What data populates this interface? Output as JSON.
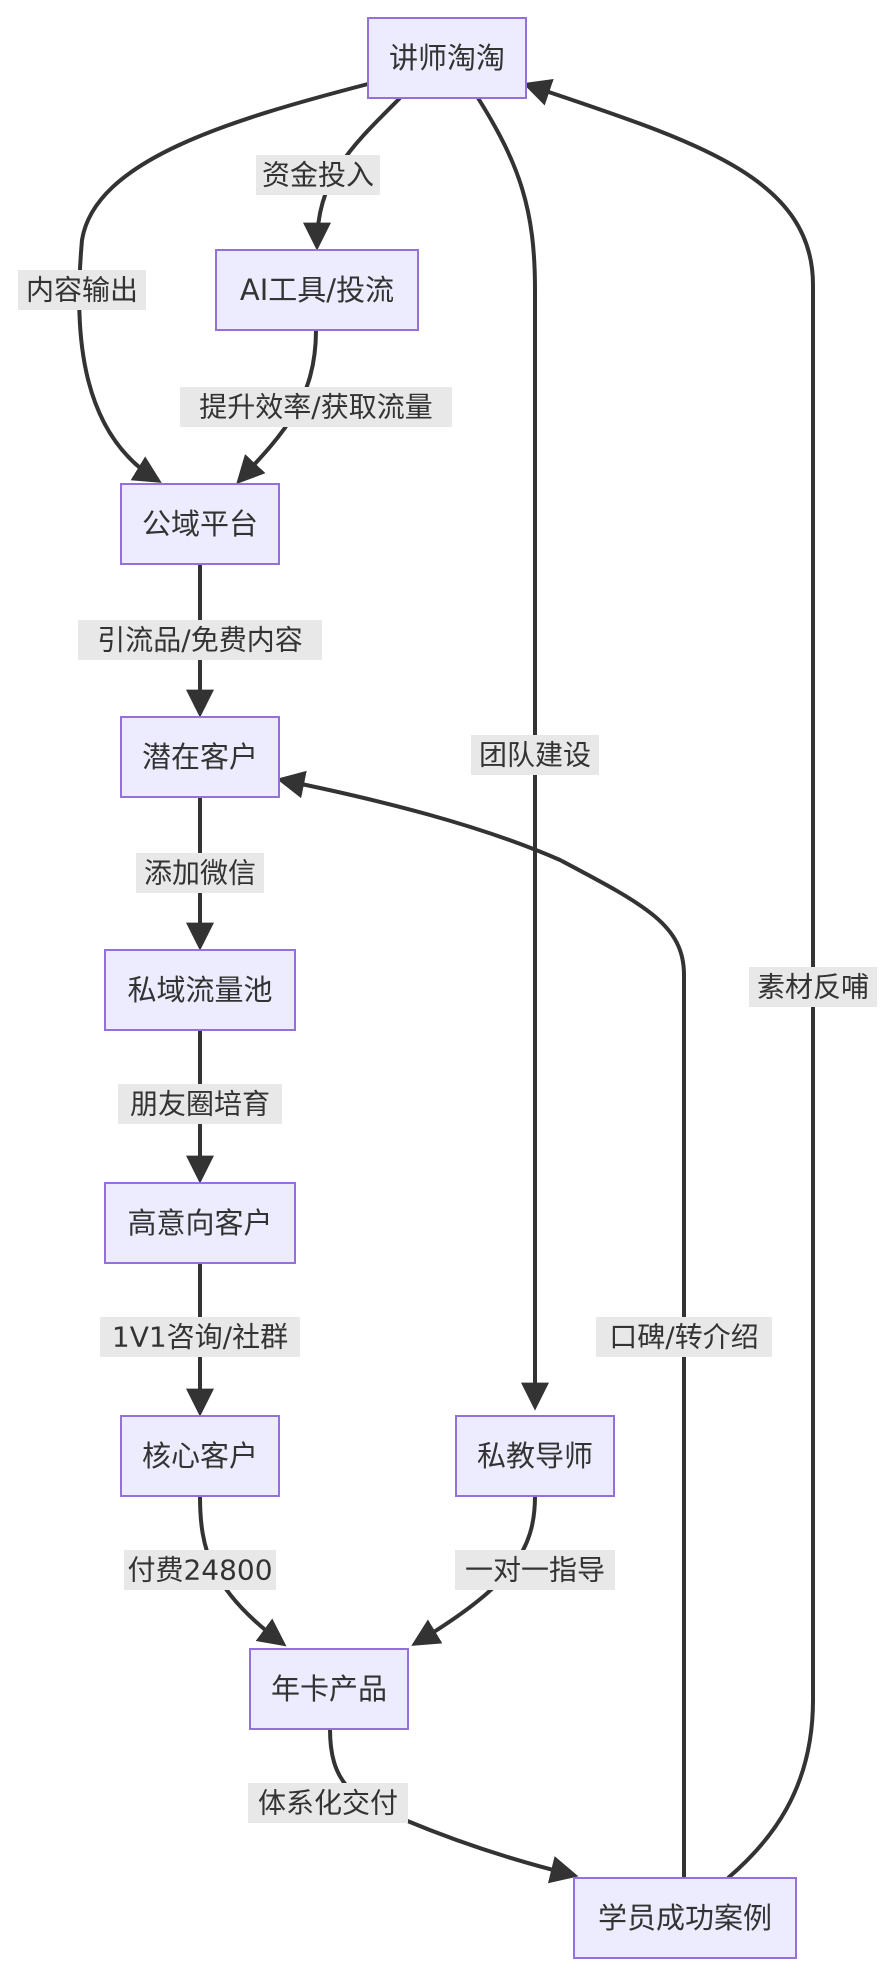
{
  "nodes": {
    "lecturer": "讲师淘淘",
    "ai_tools": "AI工具/投流",
    "public_domain": "公域平台",
    "potential_customers": "潜在客户",
    "private_pool": "私域流量池",
    "high_intent": "高意向客户",
    "core_customers": "核心客户",
    "private_mentor": "私教导师",
    "annual_product": "年卡产品",
    "success_cases": "学员成功案例"
  },
  "edges": {
    "lecturer_to_ai": "资金投入",
    "lecturer_to_public": "内容输出",
    "ai_to_public": "提升效率/获取流量",
    "public_to_potential": "引流品/免费内容",
    "lecturer_to_mentor": "团队建设",
    "potential_to_private": "添加微信",
    "cases_to_lecturer": "素材反哺",
    "private_to_high": "朋友圈培育",
    "high_to_core": "1V1咨询/社群",
    "cases_to_potential": "口碑/转介绍",
    "core_to_annual": "付费24800",
    "mentor_to_annual": "一对一指导",
    "annual_to_cases": "体系化交付"
  },
  "colors": {
    "node_fill": "#ececfe",
    "node_stroke": "#9370db",
    "edge_stroke": "#333333",
    "label_bg": "#e8e8e8",
    "text": "#333333"
  }
}
